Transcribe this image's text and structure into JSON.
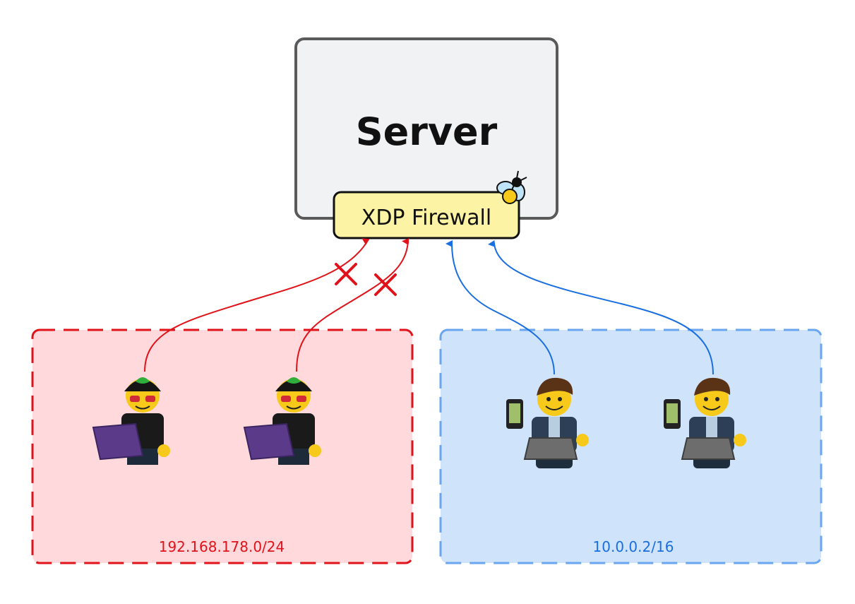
{
  "server": {
    "label": "Server",
    "fill": "#f1f2f4",
    "stroke": "#5a5a5a"
  },
  "firewall": {
    "label": "XDP Firewall",
    "fill": "#fdf3a4",
    "icon": "bee-icon"
  },
  "networks": [
    {
      "cidr": "192.168.178.0/24",
      "color": "#e0121a",
      "fill": "#ffd9db",
      "status": "blocked",
      "clients": [
        "hacker-figure",
        "hacker-figure"
      ]
    },
    {
      "cidr": "10.0.0.2/16",
      "color": "#3b82e6",
      "fill": "#cfe3fb",
      "status": "allowed",
      "clients": [
        "businessman-figure",
        "businessman-figure"
      ]
    }
  ]
}
